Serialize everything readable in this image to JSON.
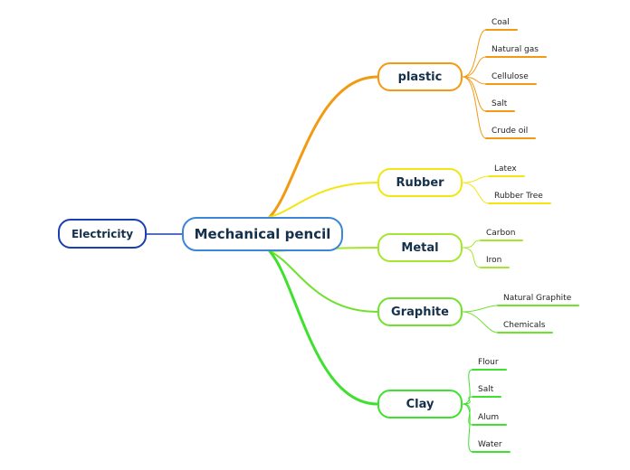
{
  "root": {
    "label": "Mechanical pencil",
    "color": "#3b86d6"
  },
  "side": {
    "label": "Electricity",
    "color": "#1a3fb0"
  },
  "branches": [
    {
      "label": "plastic",
      "color": "#f29a12",
      "leaves": [
        "Coal",
        "Natural gas",
        "Cellulose",
        "Salt",
        "Crude oil"
      ]
    },
    {
      "label": "Rubber",
      "color": "#f2e60e",
      "leaves": [
        "Latex",
        "Rubber Tree"
      ]
    },
    {
      "label": "Metal",
      "color": "#a6e62e",
      "leaves": [
        "Carbon",
        "Iron"
      ]
    },
    {
      "label": "Graphite",
      "color": "#6fe22e",
      "leaves": [
        "Natural Graphite",
        "Chemicals"
      ]
    },
    {
      "label": "Clay",
      "color": "#3fe02e",
      "leaves": [
        "Flour",
        "Salt",
        "Alum",
        "Water"
      ]
    }
  ]
}
